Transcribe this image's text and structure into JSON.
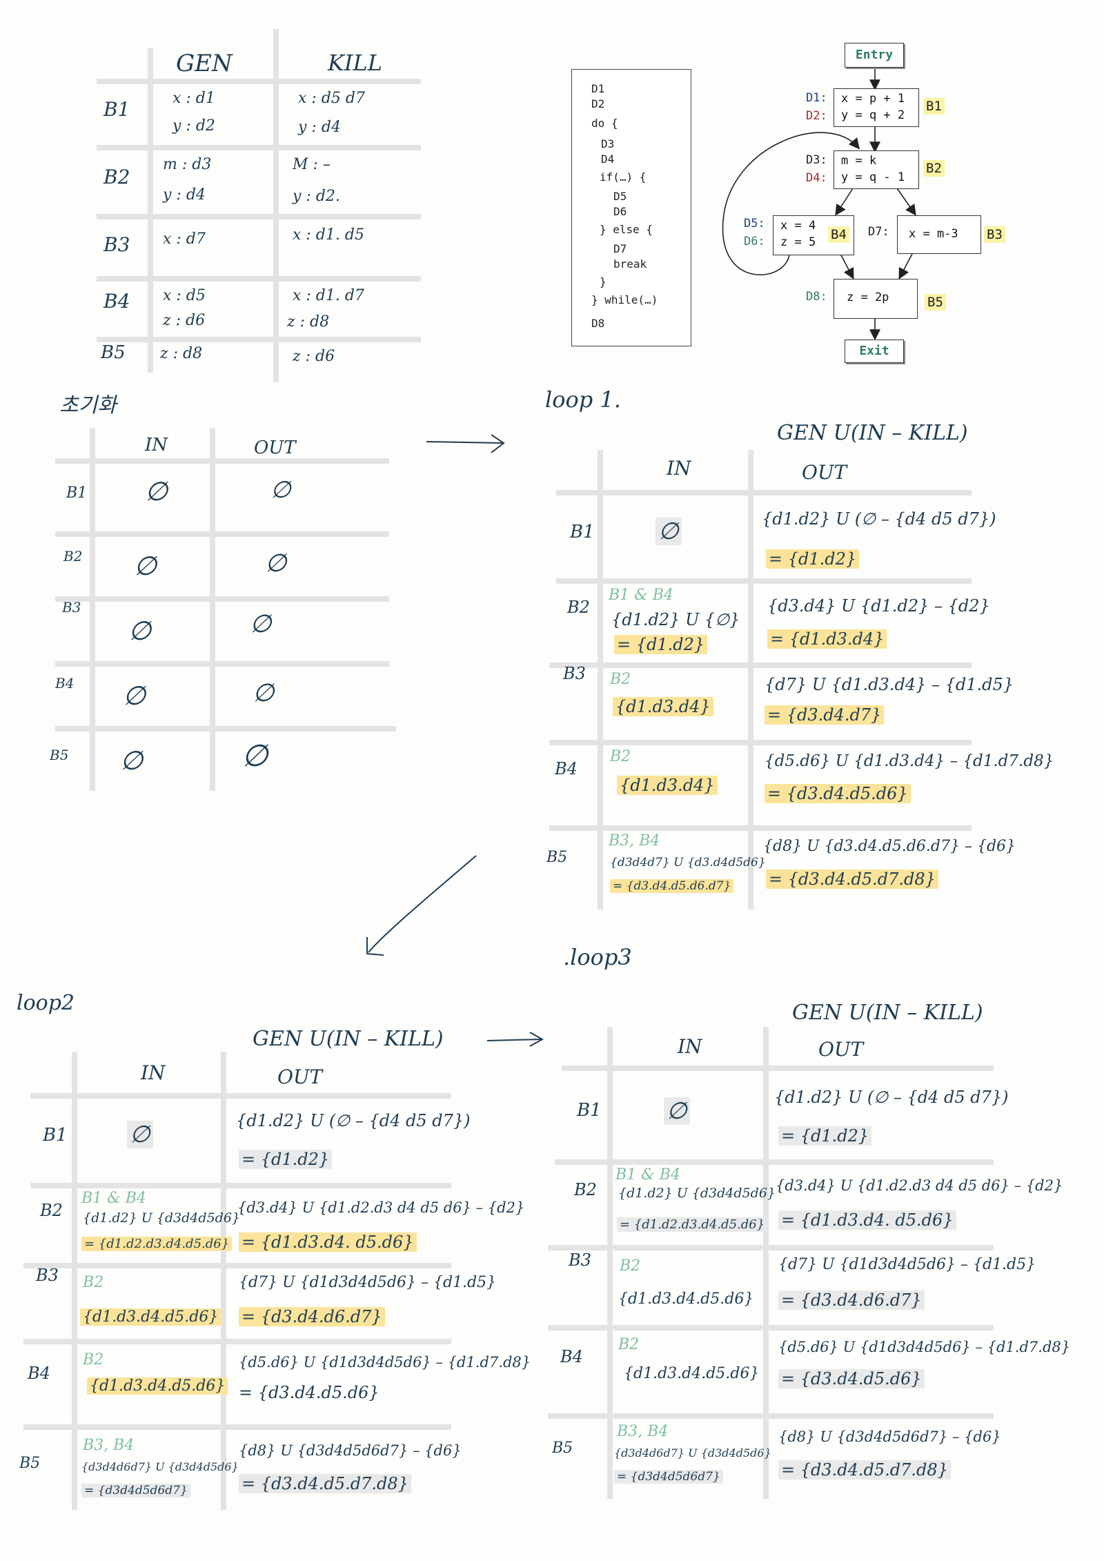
{
  "genkill": {
    "headers": {
      "gen": "GEN",
      "kill": "KILL"
    },
    "rows": [
      {
        "block": "B1",
        "gen": [
          "x : d1",
          "y : d2"
        ],
        "kill": [
          "x : d5  d7",
          "y : d4"
        ]
      },
      {
        "block": "B2",
        "gen": [
          "m : d3",
          "y : d4"
        ],
        "kill": [
          "M : –",
          "y : d2."
        ]
      },
      {
        "block": "B3",
        "gen": [
          "x : d7"
        ],
        "kill": [
          "x : d1. d5"
        ]
      },
      {
        "block": "B4",
        "gen": [
          "x : d5",
          "z : d6"
        ],
        "kill": [
          "x : d1. d7",
          "z : d8"
        ]
      },
      {
        "block": "B5",
        "gen": [
          "z : d8"
        ],
        "kill": [
          "z : d6"
        ]
      }
    ]
  },
  "code": {
    "lines": [
      "D1",
      "D2",
      "do {",
      "D3",
      "D4",
      "if(…) {",
      "D5",
      "D6",
      "} else {",
      "D7",
      "break",
      "}",
      "} while(…)",
      "D8"
    ]
  },
  "cfg": {
    "entry": "Entry",
    "exit": "Exit",
    "b1": {
      "label": "B1",
      "d1": "D1:",
      "d2": "D2:",
      "l1": "x = p + 1",
      "l2": "y = q + 2"
    },
    "b2": {
      "label": "B2",
      "d3": "D3:",
      "d4": "D4:",
      "l1": "m = k",
      "l2": "y = q - 1"
    },
    "b4": {
      "label": "B4",
      "d5": "D5:",
      "d6": "D6:",
      "l1": "x = 4",
      "l2": "z = 5"
    },
    "b3": {
      "label": "B3",
      "d7": "D7:",
      "l1": "x = m-3"
    },
    "b5": {
      "label": "B5",
      "d8": "D8:",
      "l1": "z = 2p"
    }
  },
  "init": {
    "title": "초기화",
    "in": "IN",
    "out": "OUT",
    "blocks": [
      "B1",
      "B2",
      "B3",
      "B4",
      "B5"
    ],
    "empty": "∅"
  },
  "loop1": {
    "title": "loop 1.",
    "formula": "GEN U(IN – KILL)",
    "in": "IN",
    "out": "OUT",
    "rows": [
      {
        "block": "B1",
        "pred": "",
        "in1": "∅",
        "in2": "",
        "out1": "{d1.d2} U (∅ – {d4 d5 d7})",
        "out2": "= {d1.d2}"
      },
      {
        "block": "B2",
        "pred": "B1 & B4",
        "in1": "{d1.d2} U {∅}",
        "in2": "= {d1.d2}",
        "out1": "{d3.d4} U {d1.d2} – {d2}",
        "out2": "= {d1.d3.d4}"
      },
      {
        "block": "B3",
        "pred": "B2",
        "in1": "{d1.d3.d4}",
        "in2": "",
        "out1": "{d7} U {d1.d3.d4} – {d1.d5}",
        "out2": "= {d3.d4.d7}"
      },
      {
        "block": "B4",
        "pred": "B2",
        "in1": "{d1.d3.d4}",
        "in2": "",
        "out1": "{d5.d6} U {d1.d3.d4} – {d1.d7.d8}",
        "out2": "= {d3.d4.d5.d6}"
      },
      {
        "block": "B5",
        "pred": "B3, B4",
        "in1": "{d3d4d7} U {d3.d4d5d6}",
        "in2": "= {d3.d4.d5.d6.d7}",
        "out1": "{d8} U {d3.d4.d5.d6.d7} – {d6}",
        "out2": "= {d3.d4.d5.d7.d8}"
      }
    ]
  },
  "loop2": {
    "title": "loop2",
    "formula": "GEN U(IN – KILL)",
    "in": "IN",
    "out": "OUT",
    "rows": [
      {
        "block": "B1",
        "pred": "",
        "in1": "∅",
        "in2": "",
        "out1": "{d1.d2} U (∅ – {d4 d5 d7})",
        "out2": "= {d1.d2}"
      },
      {
        "block": "B2",
        "pred": "B1 & B4",
        "in1": "{d1.d2} U {d3d4d5d6}",
        "in2": "= {d1.d2.d3.d4.d5.d6}",
        "out1": "{d3.d4} U {d1.d2.d3 d4 d5 d6} – {d2}",
        "out2": "= {d1.d3.d4. d5.d6}"
      },
      {
        "block": "B3",
        "pred": "B2",
        "in1": "{d1.d3.d4.d5.d6}",
        "in2": "",
        "out1": "{d7} U {d1d3d4d5d6} – {d1.d5}",
        "out2": "= {d3.d4.d6.d7}"
      },
      {
        "block": "B4",
        "pred": "B2",
        "in1": "{d1.d3.d4.d5.d6}",
        "in2": "",
        "out1": "{d5.d6} U {d1d3d4d5d6} – {d1.d7.d8}",
        "out2": "= {d3.d4.d5.d6}"
      },
      {
        "block": "B5",
        "pred": "B3, B4",
        "in1": "{d3d4d6d7} U {d3d4d5d6}",
        "in2": "= {d3d4d5d6d7}",
        "out1": "{d8} U {d3d4d5d6d7} – {d6}",
        "out2": "= {d3.d4.d5.d7.d8}"
      }
    ]
  },
  "loop3": {
    "title": ".loop3",
    "formula": "GEN U(IN – KILL)",
    "in": "IN",
    "out": "OUT",
    "rows": [
      {
        "block": "B1",
        "pred": "",
        "in1": "∅",
        "in2": "",
        "out1": "{d1.d2} U (∅ – {d4 d5 d7})",
        "out2": "= {d1.d2}"
      },
      {
        "block": "B2",
        "pred": "B1 & B4",
        "in1": "{d1.d2} U {d3d4d5d6}",
        "in2": "= {d1.d2.d3.d4.d5.d6}",
        "out1": "{d3.d4} U {d1.d2.d3 d4 d5 d6} – {d2}",
        "out2": "= {d1.d3.d4. d5.d6}"
      },
      {
        "block": "B3",
        "pred": "B2",
        "in1": "{d1.d3.d4.d5.d6}",
        "in2": "",
        "out1": "{d7} U {d1d3d4d5d6} – {d1.d5}",
        "out2": "= {d3.d4.d6.d7}"
      },
      {
        "block": "B4",
        "pred": "B2",
        "in1": "{d1.d3.d4.d5.d6}",
        "in2": "",
        "out1": "{d5.d6} U {d1d3d4d5d6} – {d1.d7.d8}",
        "out2": "= {d3.d4.d5.d6}"
      },
      {
        "block": "B5",
        "pred": "B3, B4",
        "in1": "{d3d4d6d7} U {d3d4d5d6}",
        "in2": "= {d3d4d5d6d7}",
        "out1": "{d8} U {d3d4d5d6d7} – {d6}",
        "out2": "= {d3.d4.d5.d7.d8}"
      }
    ]
  }
}
